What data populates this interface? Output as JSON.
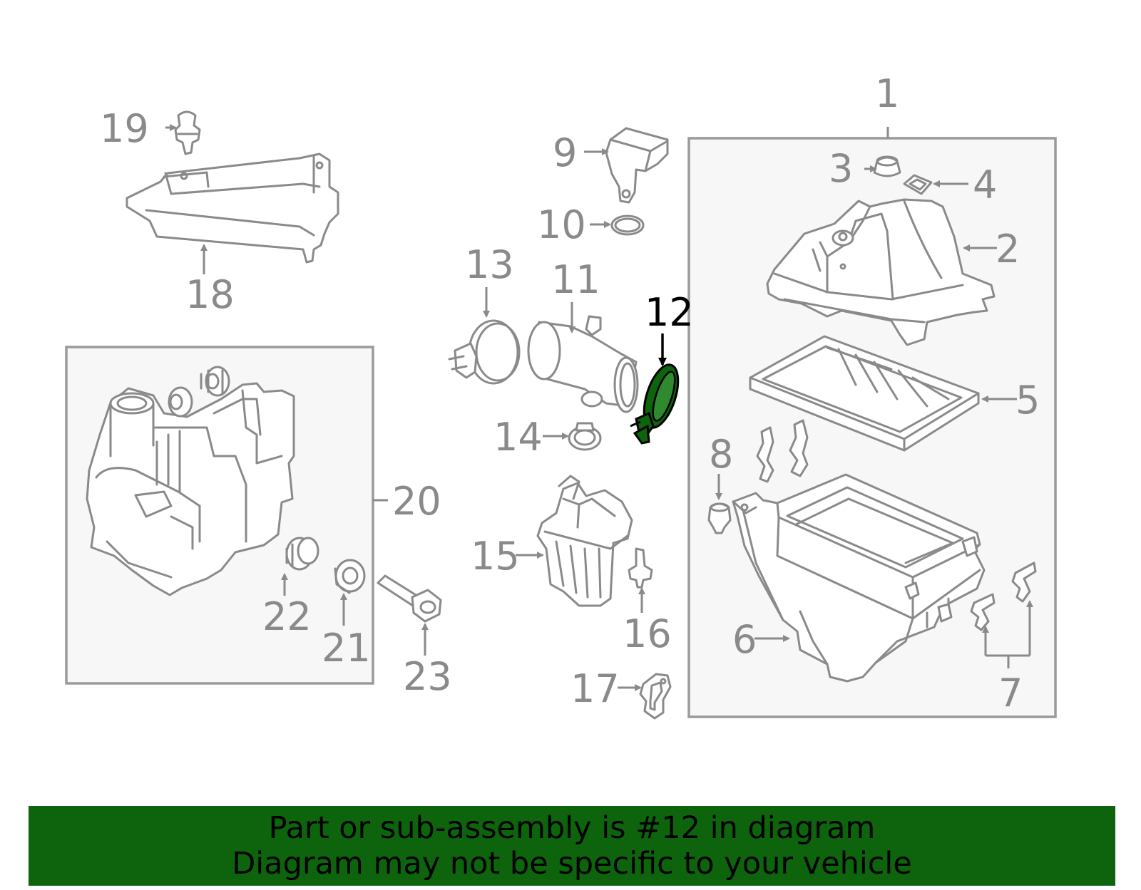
{
  "diagram": {
    "callouts": [
      "1",
      "2",
      "3",
      "4",
      "5",
      "6",
      "7",
      "8",
      "9",
      "10",
      "11",
      "12",
      "13",
      "14",
      "15",
      "16",
      "17",
      "18",
      "19",
      "20",
      "21",
      "22",
      "23"
    ],
    "highlighted_callout": "12",
    "highlight_color": "#0d640d",
    "label_color": "#8a8a8a",
    "box_fill": "#f7f7f7"
  },
  "banner": {
    "line1": "Part or sub-assembly is #12 in diagram",
    "line2": "Diagram may not be specific to your vehicle",
    "background": "#0d640d"
  }
}
